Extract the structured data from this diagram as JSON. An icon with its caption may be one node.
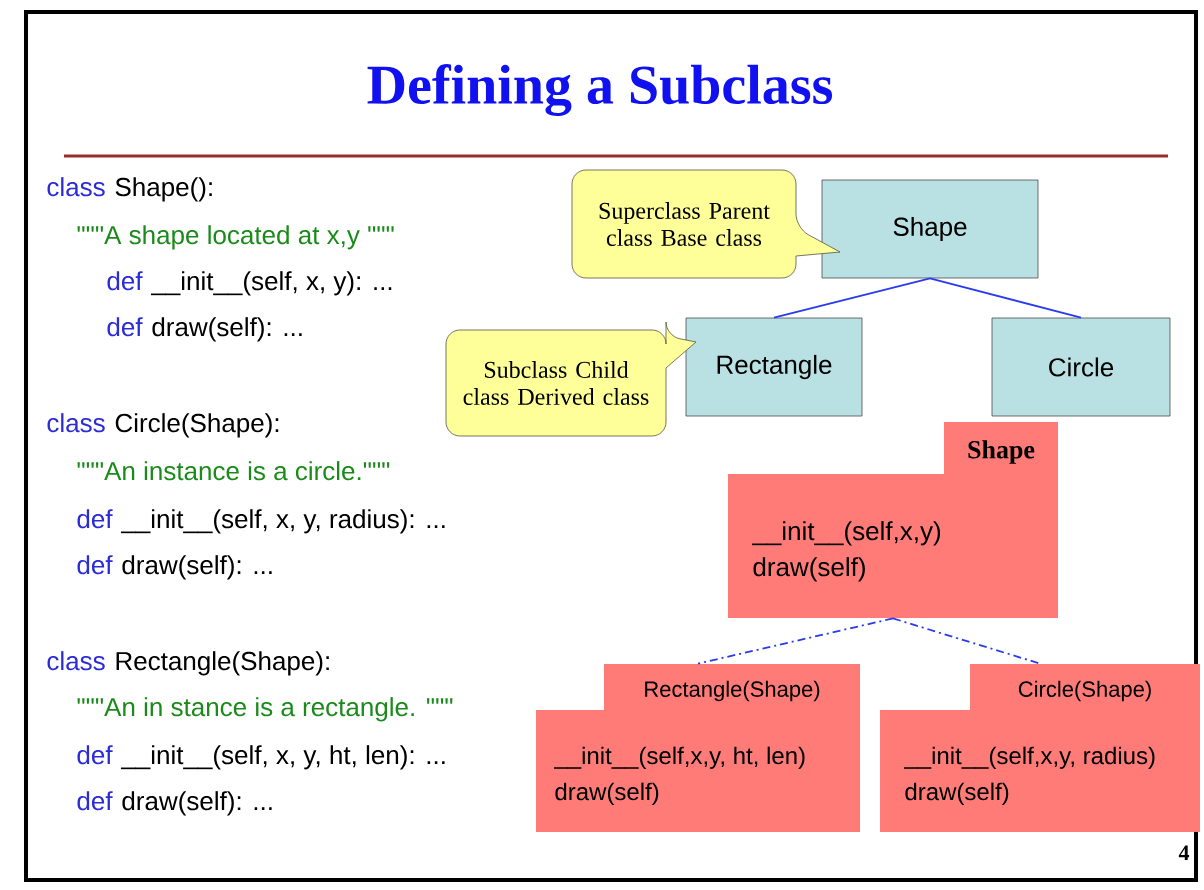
{
  "diagram": {
    "title": "Defining a Subclass",
    "nodes": [
      {
        "text": [
          "Shape"
        ]
      },
      {
        "text": [
          "Rectangle"
        ]
      },
      {
        "text": [
          "Circle"
        ]
      },
      {
        "text": [
          "Superclass Parent class Base class"
        ]
      },
      {
        "text": [
          "Subclass Child class Derived class"
        ]
      },
      {
        "text": [
          "Shape",
          "__init__(self,x,y)",
          "draw(self)"
        ]
      },
      {
        "text": [
          "Rectangle(Shape)",
          "__init__(self,x,y, ht, len)",
          "draw(self)"
        ]
      },
      {
        "text": [
          "Circle(Shape)",
          "__init__(self,x,y, radius)",
          "draw(self)"
        ]
      }
    ],
    "edges": [
      {
        "from": 0,
        "to": 1,
        "arrow": "none"
      },
      {
        "from": 0,
        "to": 2,
        "arrow": "none"
      },
      {
        "from": 5,
        "to": 6,
        "arrow": "none",
        "style": "dashed"
      },
      {
        "from": 5,
        "to": 7,
        "arrow": "none",
        "style": "dashed"
      }
    ],
    "labels": [
      "class",
      "Shape():",
      "\"\"\"A shape located at x,y \"\"\"",
      "def",
      "__init__(self, x, y): ...",
      "def",
      "draw(self): ...",
      "class",
      "Circle(Shape):",
      "\"\"\"An instance is a circle.\"\"\"",
      "def",
      "__init__(self, x, y, radius): ...",
      "def",
      "draw(self): ...",
      "class",
      "Rectangle(Shape):",
      "\"\"\"An in stance is a rectangle. \"\"\"",
      "def",
      "__init__(self, x, y, ht, len): ...",
      "def",
      "draw(self): ...",
      "4"
    ]
  }
}
